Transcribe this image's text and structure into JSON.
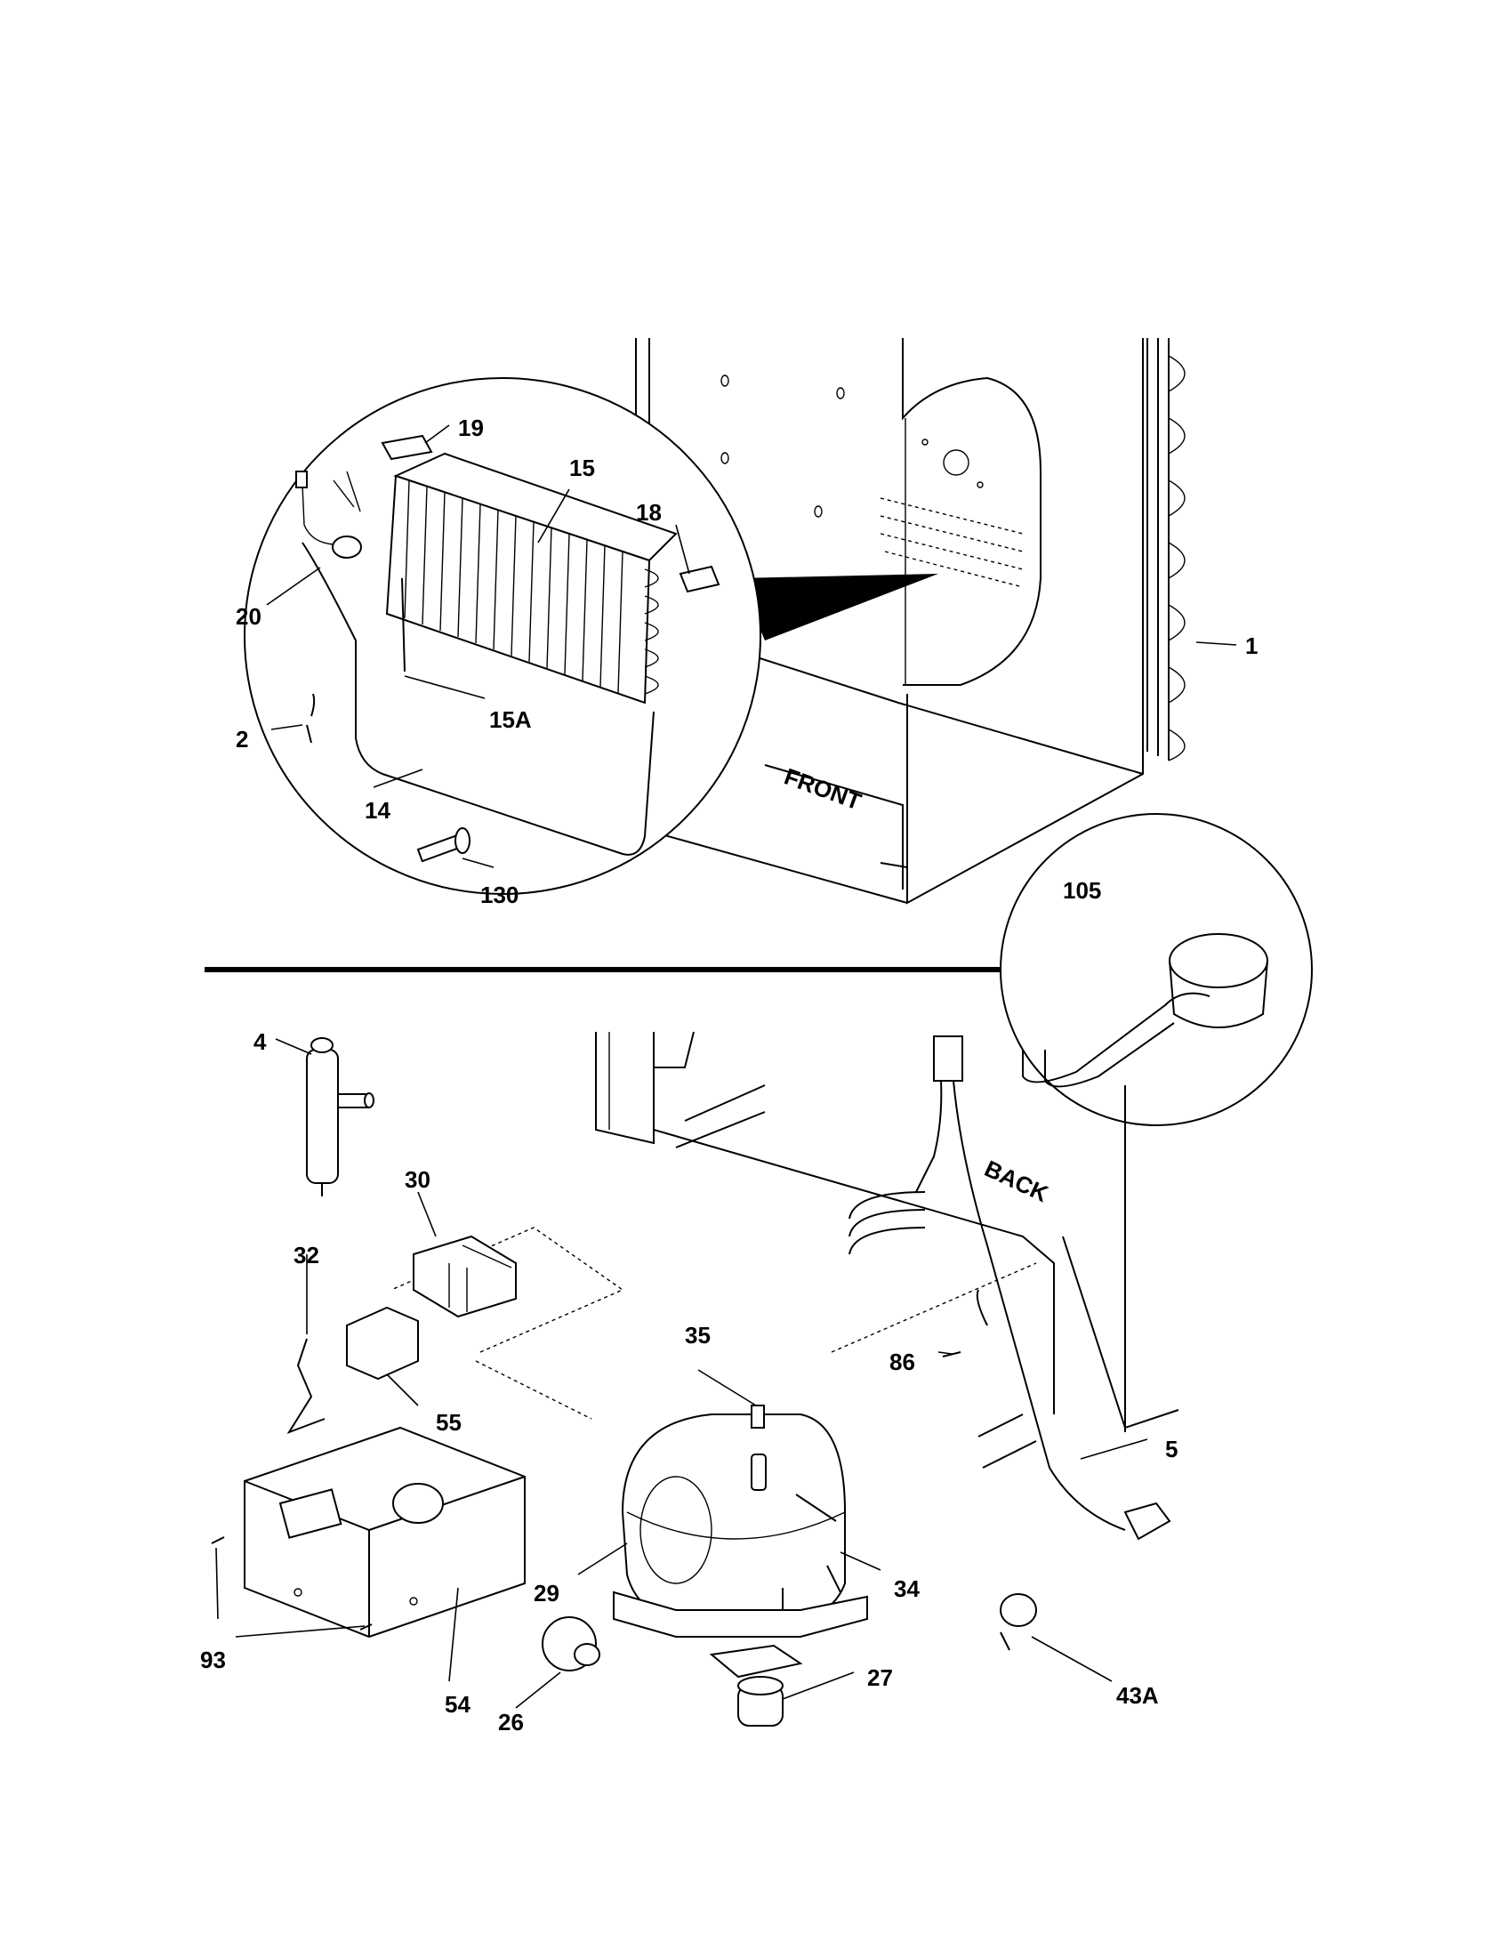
{
  "labels": {
    "p1": "1",
    "p19": "19",
    "p15": "15",
    "p18": "18",
    "p20": "20",
    "p15a": "15A",
    "p2": "2",
    "p14": "14",
    "p130": "130",
    "p105": "105",
    "p4": "4",
    "p30": "30",
    "p32": "32",
    "p55": "55",
    "p35": "35",
    "p86": "86",
    "p5": "5",
    "p29": "29",
    "p34": "34",
    "p93": "93",
    "p54": "54",
    "p26": "26",
    "p27": "27",
    "p43a": "43A"
  },
  "orientation": {
    "front": "FRONT",
    "back": "BACK"
  }
}
